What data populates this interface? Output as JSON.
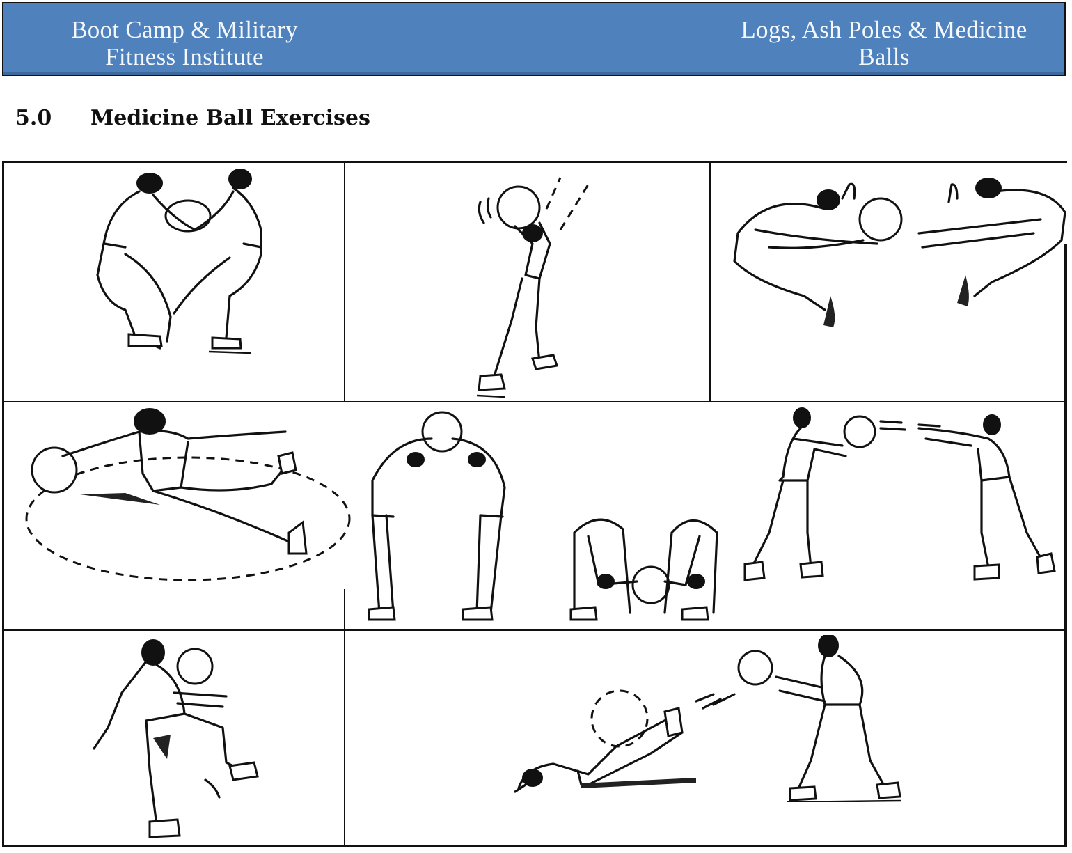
{
  "header": {
    "left_title_line1": "Boot Camp & Military",
    "left_title_line2": "Fitness Institute",
    "right_title_line1": "Logs, Ash Poles & Medicine",
    "right_title_line2": "Balls",
    "background_color": "#4f81bd",
    "text_color": "#f4f8fc"
  },
  "section": {
    "number": "5.0",
    "title": "Medicine Ball Exercises"
  },
  "illustrations": [
    {
      "row": 1,
      "col": 1,
      "depiction": "Two men wrestling for a medicine ball held between them"
    },
    {
      "row": 1,
      "col": 2,
      "depiction": "Man lunging forward and throwing a medicine ball overhead"
    },
    {
      "row": 1,
      "col": 3,
      "depiction": "Two men in seated V-position passing a medicine ball"
    },
    {
      "row": 2,
      "col": 1,
      "depiction": "Man lying on floor rolling medicine ball in a dashed circle"
    },
    {
      "row": 2,
      "col": 2,
      "depiction": "Two men back-bending overhead ball exchange, then bending forward to pass ball between legs"
    },
    {
      "row": 2,
      "col": 3,
      "depiction": "Two men standing, chest passing a medicine ball"
    },
    {
      "row": 3,
      "col": 1,
      "depiction": "Man kneeing a medicine ball upward"
    },
    {
      "row": 3,
      "col": 2,
      "depiction": "Man lying on back kicking ball with feet to a standing partner"
    }
  ]
}
